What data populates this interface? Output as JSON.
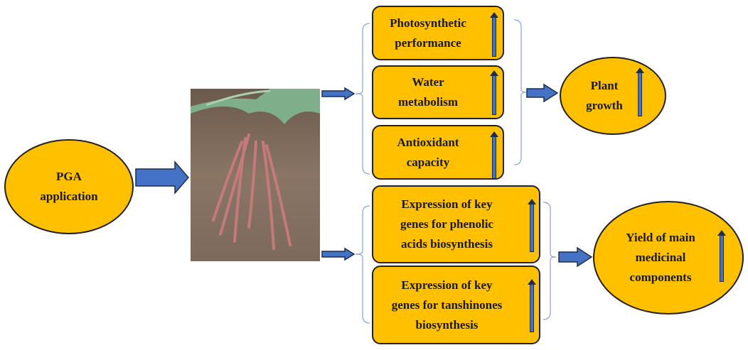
{
  "source": {
    "label": "PGA\napplication"
  },
  "photo": {
    "subject": "plant-roots-photo"
  },
  "physiology": [
    {
      "label": "Photosynthetic\nperformance",
      "trend": "increase"
    },
    {
      "label": "Water\nmetabolism",
      "trend": "increase"
    },
    {
      "label": "Antioxidant\ncapacity",
      "trend": "increase"
    }
  ],
  "growth_outcome": {
    "label": "Plant\ngrowth",
    "trend": "increase"
  },
  "genes": [
    {
      "label": "Expression of key\ngenes for phenolic\nacids biosynthesis",
      "trend": "increase"
    },
    {
      "label": "Expression of key\ngenes for tanshinones\nbiosynthesis",
      "trend": "increase"
    }
  ],
  "yield_outcome": {
    "label": "Yield of main\nmedicinal\ncomponents",
    "trend": "increase"
  },
  "colors": {
    "node_fill": "#FFC000",
    "arrow": "#4472C4",
    "bracket": "#8FA8D8"
  }
}
